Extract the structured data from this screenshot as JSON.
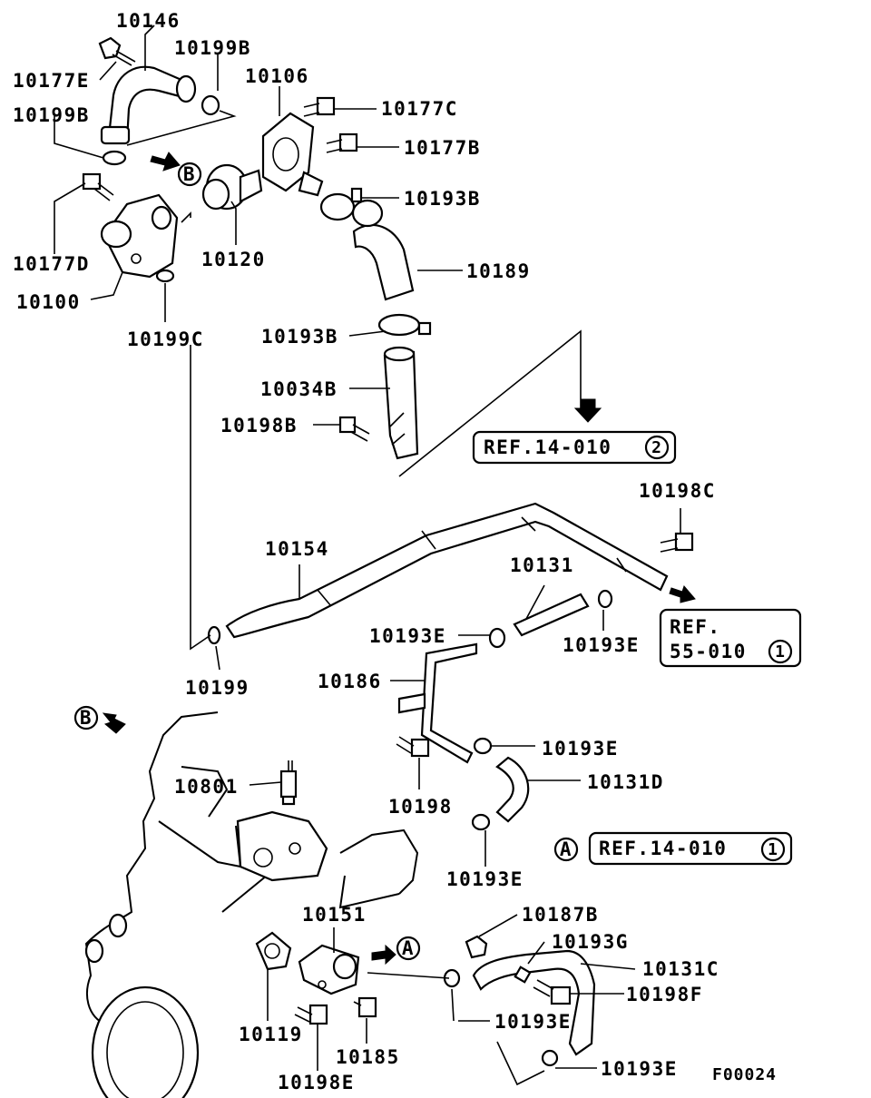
{
  "diagram_code": "F00024",
  "parts": [
    {
      "id": "p10146",
      "label": "10146"
    },
    {
      "id": "p10177E",
      "label": "10177E"
    },
    {
      "id": "p10199B_top",
      "label": "10199B"
    },
    {
      "id": "p10199B_left",
      "label": "10199B"
    },
    {
      "id": "p10106",
      "label": "10106"
    },
    {
      "id": "p10177C",
      "label": "10177C"
    },
    {
      "id": "p10177B",
      "label": "10177B"
    },
    {
      "id": "p10193B_a",
      "label": "10193B"
    },
    {
      "id": "p10177D",
      "label": "10177D"
    },
    {
      "id": "p10120",
      "label": "10120"
    },
    {
      "id": "p10189",
      "label": "10189"
    },
    {
      "id": "p10100",
      "label": "10100"
    },
    {
      "id": "p10199C",
      "label": "10199C"
    },
    {
      "id": "p10193B_b",
      "label": "10193B"
    },
    {
      "id": "p10034B",
      "label": "10034B"
    },
    {
      "id": "p10198B",
      "label": "10198B"
    },
    {
      "id": "p10198C",
      "label": "10198C"
    },
    {
      "id": "p10154",
      "label": "10154"
    },
    {
      "id": "p10131",
      "label": "10131"
    },
    {
      "id": "p10193E_a",
      "label": "10193E"
    },
    {
      "id": "p10193E_b",
      "label": "10193E"
    },
    {
      "id": "p10199",
      "label": "10199"
    },
    {
      "id": "p10186",
      "label": "10186"
    },
    {
      "id": "p10193E_c",
      "label": "10193E"
    },
    {
      "id": "p10131D",
      "label": "10131D"
    },
    {
      "id": "p10801",
      "label": "10801"
    },
    {
      "id": "p10198",
      "label": "10198"
    },
    {
      "id": "p10193E_d",
      "label": "10193E"
    },
    {
      "id": "p10151",
      "label": "10151"
    },
    {
      "id": "p10187B",
      "label": "10187B"
    },
    {
      "id": "p10193G",
      "label": "10193G"
    },
    {
      "id": "p10131C",
      "label": "10131C"
    },
    {
      "id": "p10198F",
      "label": "10198F"
    },
    {
      "id": "p10119",
      "label": "10119"
    },
    {
      "id": "p10185",
      "label": "10185"
    },
    {
      "id": "p10193E_e",
      "label": "10193E"
    },
    {
      "id": "p10198E",
      "label": "10198E"
    },
    {
      "id": "p10193E_f",
      "label": "10193E"
    }
  ],
  "references": [
    {
      "text": "REF.14-010",
      "circle": "2"
    },
    {
      "text_line1": "REF.",
      "text_line2": "55-010",
      "circle": "1"
    },
    {
      "marker": "A",
      "text": "REF.14-010",
      "circle": "1"
    }
  ],
  "markers": {
    "B_top": "B",
    "B_left": "B",
    "A_mid": "A"
  }
}
